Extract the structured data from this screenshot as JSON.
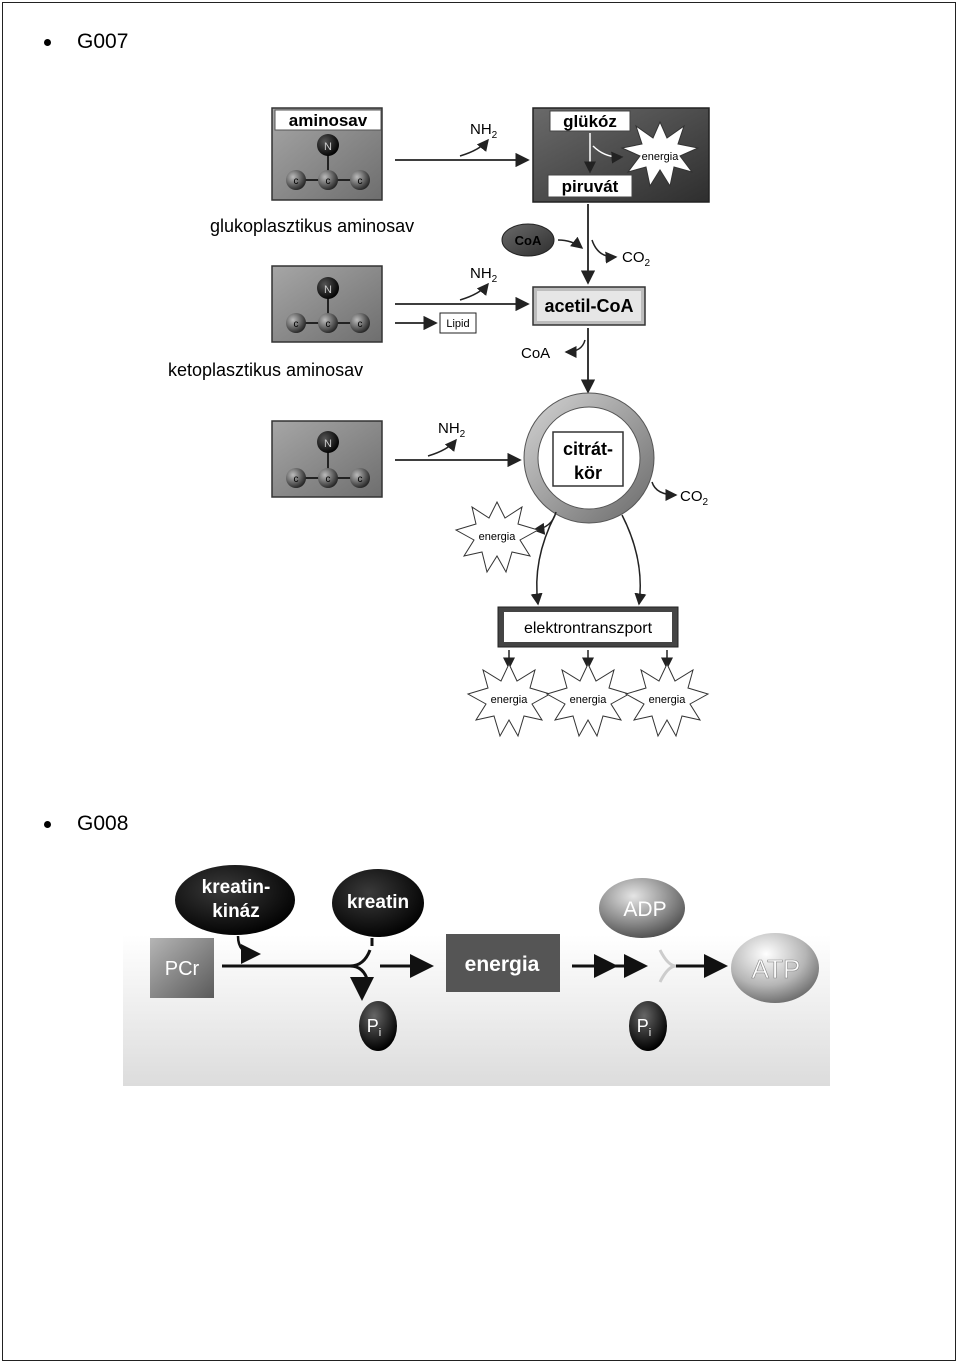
{
  "sections": [
    {
      "label": "G007"
    },
    {
      "label": "G008"
    }
  ],
  "g007": {
    "aminosav": "aminosav",
    "atom_n": "N",
    "atom_c": "c",
    "nh2_base": "NH",
    "nh2_sub": "2",
    "glukoz": "glükóz",
    "piruvat": "piruvát",
    "energia": "energia",
    "glukoplasztikus": "glukoplasztikus aminosav",
    "coa": "CoA",
    "co2_base": "CO",
    "co2_sub": "2",
    "acetil_coa": "acetil-CoA",
    "lipid": "Lipid",
    "coa_out": "CoA",
    "ketoplasztikus": "ketoplasztikus aminosav",
    "citrat_line1": "citrát-",
    "citrat_line2": "kör",
    "elektrontranszport": "elektrontranszport"
  },
  "g008": {
    "kreatinkinaz_line1": "kreatin-",
    "kreatinkinaz_line2": "kináz",
    "kreatin": "kreatin",
    "pcr": "PCr",
    "energia": "energia",
    "adp": "ADP",
    "atp": "ATP",
    "pi_base": "P",
    "pi_sub": "i"
  },
  "colors": {
    "panel_dark": "#4d4d4d",
    "panel_mid": "#8a8a8a",
    "box_gray": "#bdbdbd",
    "text": "#000000"
  }
}
